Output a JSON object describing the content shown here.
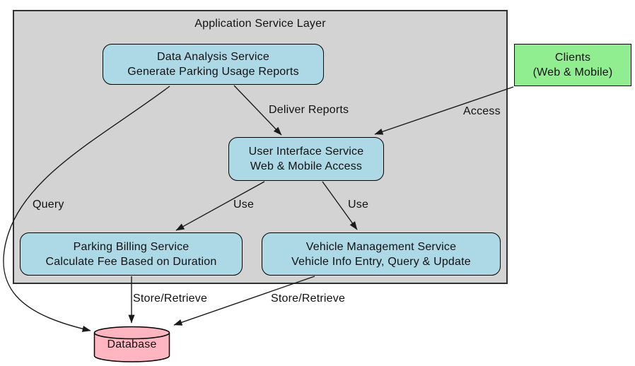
{
  "cluster": {
    "title": "Application Service Layer",
    "fill": "#d3d3d3",
    "border_color": "#323232"
  },
  "nodes": {
    "data_analysis": {
      "line1": "Data Analysis Service",
      "line2": "Generate Parking Usage Reports",
      "fill": "#add8e6"
    },
    "user_interface": {
      "line1": "User Interface Service",
      "line2": "Web & Mobile Access",
      "fill": "#add8e6"
    },
    "parking_billing": {
      "line1": "Parking Billing Service",
      "line2": "Calculate Fee Based on Duration",
      "fill": "#add8e6"
    },
    "vehicle_management": {
      "line1": "Vehicle Management Service",
      "line2": "Vehicle Info Entry, Query & Update",
      "fill": "#add8e6"
    },
    "clients": {
      "line1": "Clients",
      "line2": "(Web & Mobile)",
      "fill": "#90ee90"
    },
    "database": {
      "label": "Database",
      "fill": "#ffb6c1"
    }
  },
  "edges": {
    "deliver_reports": {
      "label": "Deliver Reports",
      "from": "data_analysis",
      "to": "user_interface"
    },
    "access": {
      "label": "Access",
      "from": "clients",
      "to": "user_interface"
    },
    "use_left": {
      "label": "Use",
      "from": "user_interface",
      "to": "parking_billing"
    },
    "use_right": {
      "label": "Use",
      "from": "user_interface",
      "to": "vehicle_management"
    },
    "query": {
      "label": "Query",
      "from": "data_analysis",
      "to": "database"
    },
    "store_retrieve_left": {
      "label": "Store/Retrieve",
      "from": "parking_billing",
      "to": "database"
    },
    "store_retrieve_right": {
      "label": "Store/Retrieve",
      "from": "vehicle_management",
      "to": "database"
    }
  },
  "colors": {
    "edge_stroke": "#1a1a1a",
    "node_border": "#000000",
    "background": "#ffffff"
  }
}
